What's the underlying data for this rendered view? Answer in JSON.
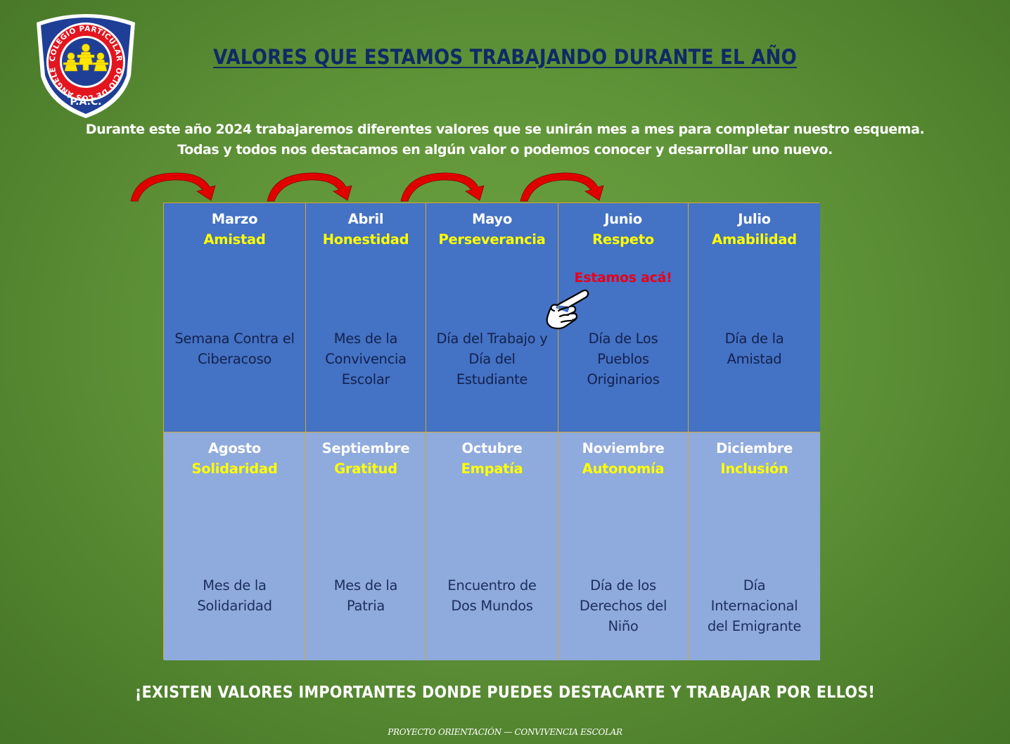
{
  "logo": {
    "ring_text_top": "COLEGIO PARTICULAR",
    "ring_text_bottom": "ROCÍO DE LOS ÁNGELES",
    "initials": "P.A.C."
  },
  "title": "VALORES QUE ESTAMOS TRABAJANDO DURANTE EL AÑO",
  "intro": [
    "Durante este año 2024 trabajaremos diferentes valores que se unirán mes a mes para completar nuestro esquema.",
    "Todas y todos nos destacamos en algún valor o podemos conocer y desarrollar uno nuevo."
  ],
  "months": [
    {
      "month": "Marzo",
      "value": "Amistad",
      "event": [
        "Semana Contra el",
        "Ciberacoso"
      ]
    },
    {
      "month": "Abril",
      "value": "Honestidad",
      "event": [
        "Mes de la",
        "Convivencia",
        "Escolar"
      ]
    },
    {
      "month": "Mayo",
      "value": "Perseverancia",
      "event": [
        "Día del Trabajo y",
        "Día del",
        "Estudiante"
      ]
    },
    {
      "month": "Junio",
      "value": "Respeto",
      "event": [
        "Día de Los",
        "Pueblos",
        "Originarios"
      ],
      "marker": "Estamos acá!"
    },
    {
      "month": "Julio",
      "value": "Amabilidad",
      "event": [
        "Día de la",
        "Amistad"
      ]
    },
    {
      "month": "Agosto",
      "value": "Solidaridad",
      "event": [
        "Mes de la",
        "Solidaridad"
      ]
    },
    {
      "month": "Septiembre",
      "value": "Gratitud",
      "event": [
        "Mes de la",
        "Patria"
      ]
    },
    {
      "month": "Octubre",
      "value": "Empatía",
      "event": [
        "Encuentro de",
        "Dos Mundos"
      ]
    },
    {
      "month": "Noviembre",
      "value": "Autonomía",
      "event": [
        "Día de los",
        "Derechos del",
        "Niño"
      ]
    },
    {
      "month": "Diciembre",
      "value": "Inclusión",
      "event": [
        "Día",
        "Internacional",
        "del Emigrante"
      ]
    }
  ],
  "progress_arrows": 4,
  "icons": {
    "progress_arrow": "curved-arrow-icon",
    "pointer": "pointing-hand-icon"
  },
  "colors": {
    "row_current": "#4472c4",
    "row_upcoming": "#8faadc",
    "value_text": "#ffff00",
    "marker_text": "#e8001a",
    "title_text": "#0f2a66",
    "arrow": "#e00000"
  },
  "slogan": "¡EXISTEN VALORES IMPORTANTES DONDE PUEDES DESTACARTE Y TRABAJAR POR ELLOS!",
  "footer": "PROYECTO ORIENTACIÓN — CONVIVENCIA ESCOLAR"
}
